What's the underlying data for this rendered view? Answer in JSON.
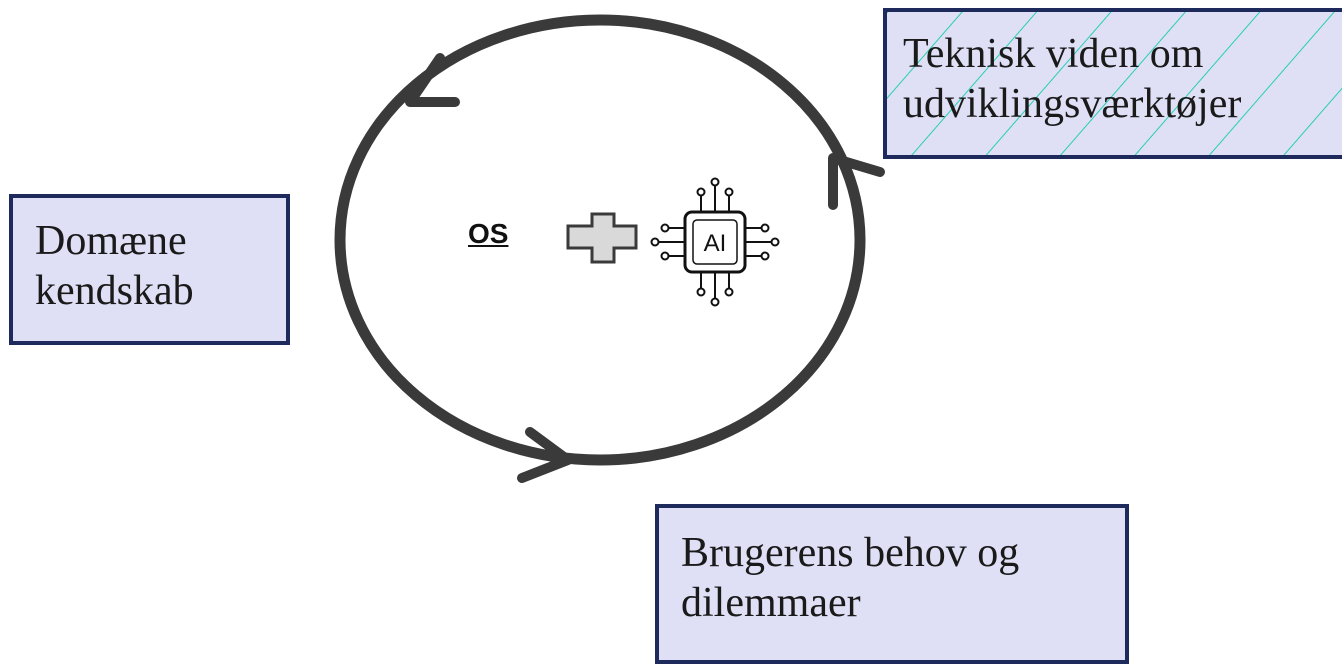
{
  "boxes": {
    "domain": {
      "line1": "Domæne",
      "line2": "kendskab"
    },
    "technical": {
      "line1": "Teknisk viden om",
      "line2": "udviklingsværktøjer"
    },
    "user": {
      "line1": "Brugerens behov og",
      "line2": "dilemmaer"
    }
  },
  "center": {
    "os_label": "OS",
    "ai_label": "AI"
  },
  "colors": {
    "box_fill": "#dfe0f5",
    "box_border": "#1f2a5c",
    "cycle_stroke": "#3a3a3a",
    "hatch": "#1fcfb0",
    "plus_fill": "#d9d9d9"
  },
  "icons": [
    "cycle-arrow",
    "plus-icon",
    "ai-chip-icon"
  ]
}
